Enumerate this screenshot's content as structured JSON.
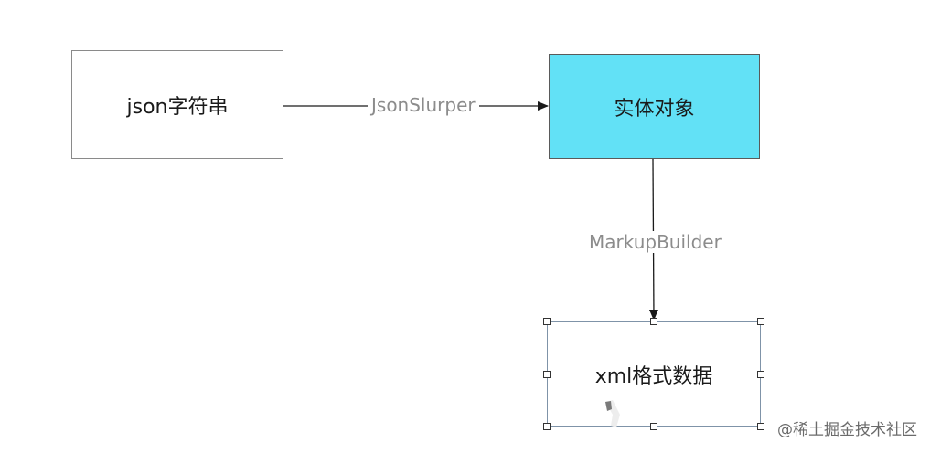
{
  "nodes": {
    "json_string": "json字符串",
    "entity_object": "实体对象",
    "xml_data": "xml格式数据"
  },
  "edges": {
    "json_to_entity": "JsonSlurper",
    "entity_to_xml": "MarkupBuilder"
  },
  "colors": {
    "entity_fill": "#62e1f6",
    "edge_label": "#8c8c8c",
    "selection_border": "#7f93a8"
  },
  "watermark": {
    "text": "@稀土掘金技术社区"
  }
}
